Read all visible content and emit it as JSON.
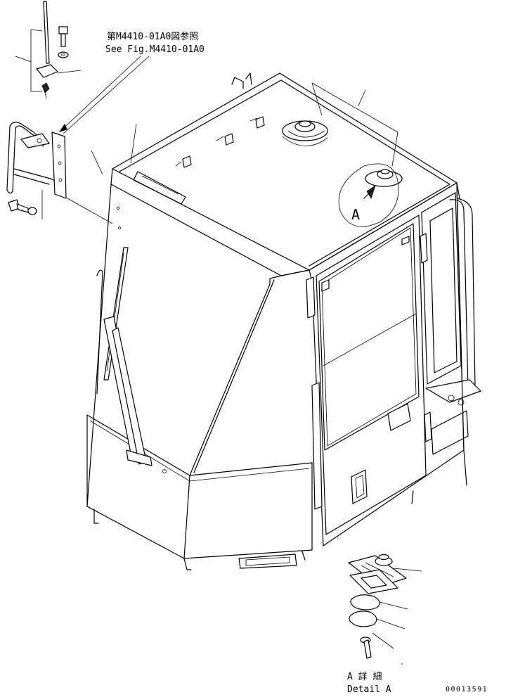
{
  "annotations": {
    "see_fig_jp": "第M4410-01A0図参照",
    "see_fig_en": "See Fig.M4410-01A0",
    "detail_marker": "A",
    "detail_title_jp": "A 詳 細",
    "detail_title_en": "Detail A",
    "drawing_number": "00013591"
  }
}
